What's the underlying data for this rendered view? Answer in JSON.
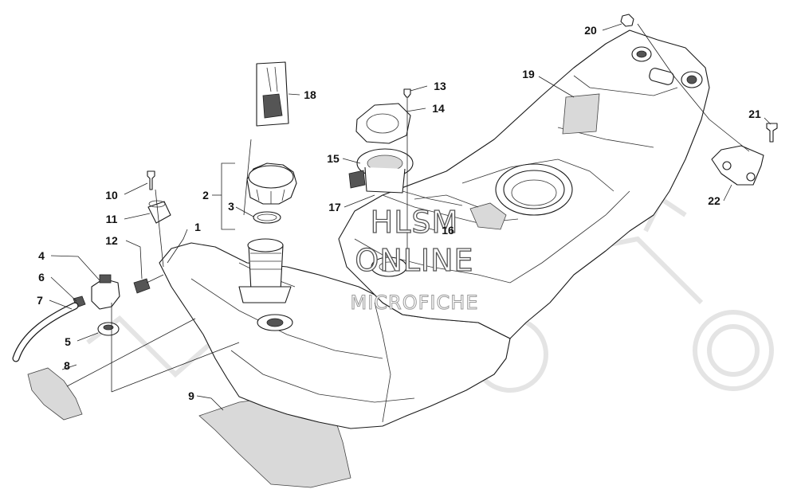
{
  "watermark": {
    "line1": "HLSM",
    "line2": "ONLINE",
    "line3": "MICROFICHE"
  },
  "callouts": [
    {
      "id": "1",
      "text": "1"
    },
    {
      "id": "2",
      "text": "2"
    },
    {
      "id": "3",
      "text": "3"
    },
    {
      "id": "4",
      "text": "4"
    },
    {
      "id": "5",
      "text": "5"
    },
    {
      "id": "6",
      "text": "6"
    },
    {
      "id": "7",
      "text": "7"
    },
    {
      "id": "8",
      "text": "8"
    },
    {
      "id": "9",
      "text": "9"
    },
    {
      "id": "10",
      "text": "10"
    },
    {
      "id": "11",
      "text": "11"
    },
    {
      "id": "12",
      "text": "12"
    },
    {
      "id": "13",
      "text": "13"
    },
    {
      "id": "14",
      "text": "14"
    },
    {
      "id": "15",
      "text": "15"
    },
    {
      "id": "16",
      "text": "16"
    },
    {
      "id": "17",
      "text": "17"
    },
    {
      "id": "18",
      "text": "18"
    },
    {
      "id": "19",
      "text": "19"
    },
    {
      "id": "20",
      "text": "20"
    },
    {
      "id": "21",
      "text": "21"
    },
    {
      "id": "22",
      "text": "22"
    }
  ]
}
